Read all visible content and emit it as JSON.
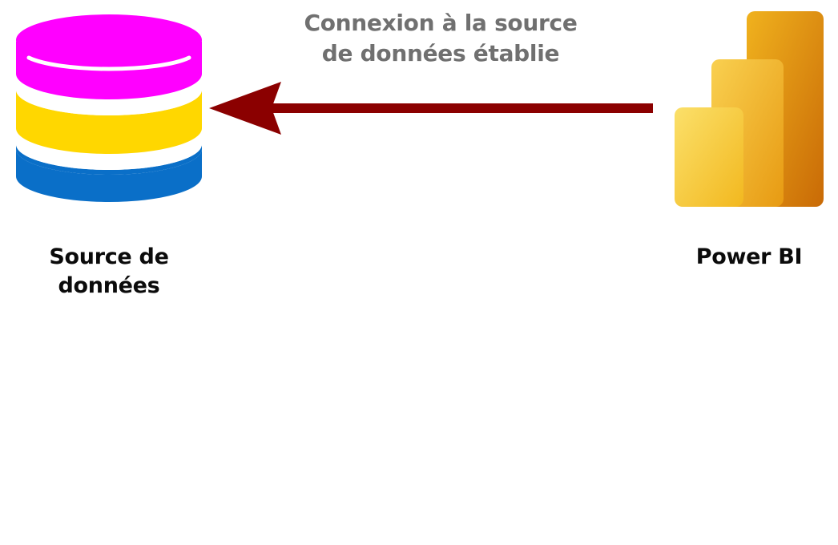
{
  "diagram": {
    "arrow_caption": {
      "line1": "Connexion à la source",
      "line2": "de données établie"
    },
    "source_node": {
      "label_line1": "Source de",
      "label_line2": "données",
      "icon": "database-icon"
    },
    "target_node": {
      "label": "Power BI",
      "icon": "power-bi-logo-icon"
    },
    "arrow": {
      "direction": "right-to-left",
      "color": "#8b0000"
    },
    "colors": {
      "database_top": "#ff00ff",
      "database_middle": "#ffd700",
      "database_bottom": "#0a6fc8",
      "caption_text": "#707070",
      "label_text": "#0b0b0b",
      "power_bi_light": "#f9d94a",
      "power_bi_mid": "#f2b81f",
      "power_bi_dark": "#d07a0a"
    }
  }
}
